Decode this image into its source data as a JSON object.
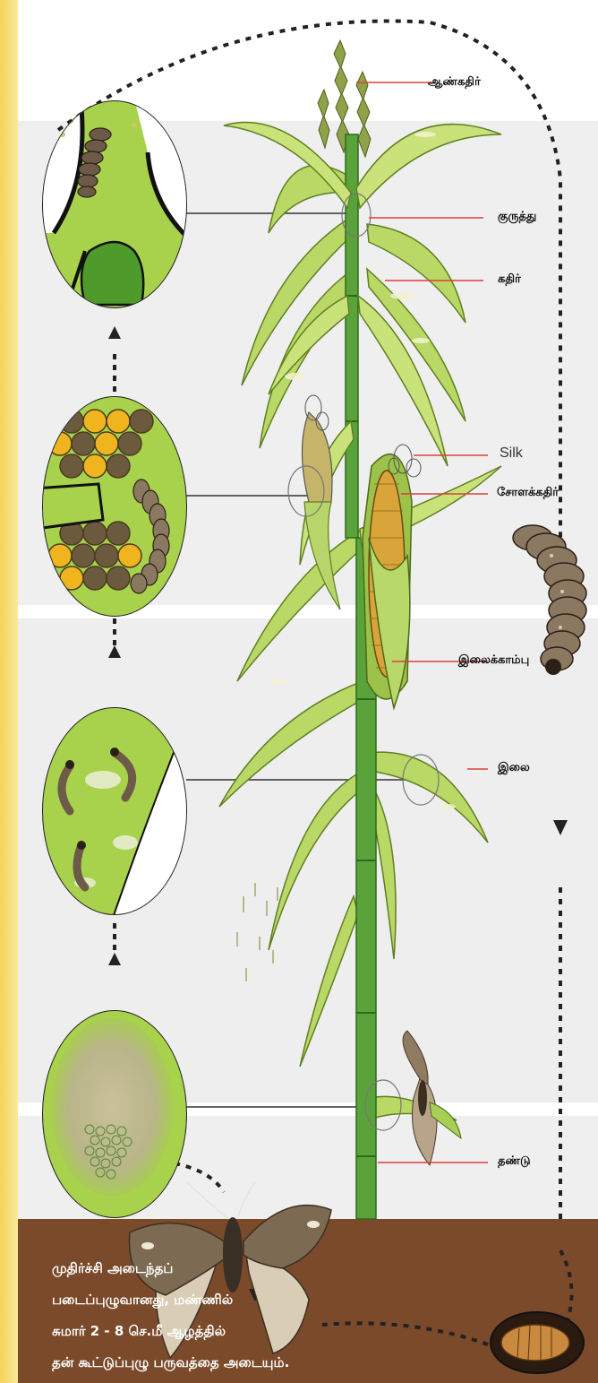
{
  "colors": {
    "left_edge": "#f7d966",
    "band_light": "#efefef",
    "band_white": "#ffffff",
    "soil": "#7a4a2b",
    "leaf_light": "#c9e27a",
    "leaf_mid": "#a7cf45",
    "stem": "#5aa33b",
    "label_line": "#d9413b",
    "dashed_path": "#222222",
    "caption_text": "#ffffff"
  },
  "labels": {
    "tassel": "ஆண்கதிர்",
    "whorl": "குருத்து",
    "ear_head": "கதிர்",
    "silk": "Silk",
    "cob": "சோளக்கதிர்",
    "leaf_sheath": "இலைக்காம்பு",
    "leaf": "இலை",
    "stem": "தண்டு"
  },
  "caption": {
    "line1": "முதிர்ச்சி அடைந்தப்",
    "line2": "படைப்புழுவானது, மண்ணில்",
    "line3": "சுமார் 2 - 8 செ.மீ ஆழத்தில்",
    "line4": "தன் கூட்டுப்புழு பருவத்தை அடையும்."
  },
  "icons": {
    "circle_1": "larva-in-whorl-icon",
    "circle_2": "larva-feeding-cob-kernels-icon",
    "circle_3": "young-larvae-on-leaf-icon",
    "circle_4": "egg-mass-icon",
    "larva_side": "mature-larva-icon",
    "moth_small": "moth-on-stem-icon",
    "moth_large": "adult-moth-icon",
    "pupa": "pupa-in-soil-icon",
    "plant": "maize-plant-icon"
  }
}
